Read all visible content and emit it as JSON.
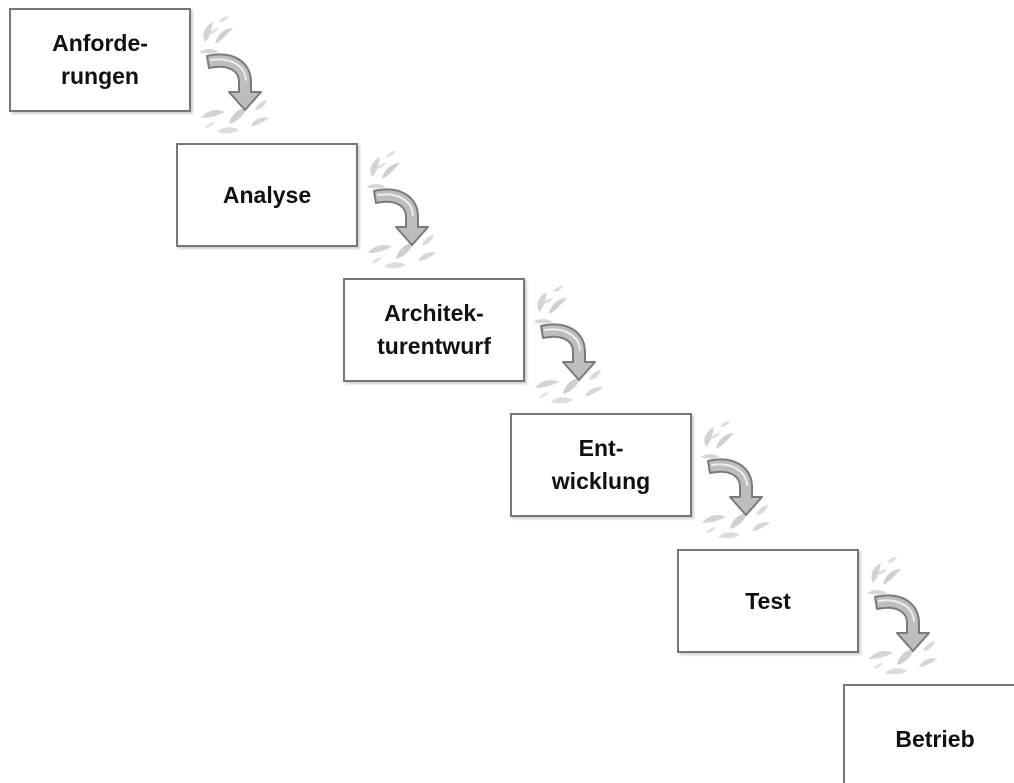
{
  "diagram": {
    "phases": [
      {
        "id": "anforderungen",
        "label": "Anforde-\nrungen"
      },
      {
        "id": "analyse",
        "label": "Analyse"
      },
      {
        "id": "architekturentwurf",
        "label": "Architek-\nturentwurf"
      },
      {
        "id": "entwicklung",
        "label": "Ent-\nwicklung"
      },
      {
        "id": "test",
        "label": "Test"
      },
      {
        "id": "betrieb",
        "label": "Betrieb"
      }
    ],
    "connector_icon": "curved-down-arrow-icon",
    "colors": {
      "box_border": "#767676",
      "arrow_fill": "#bdbdbd",
      "arrow_stroke": "#7a7a7a",
      "splash": "#cfcfcf"
    }
  }
}
